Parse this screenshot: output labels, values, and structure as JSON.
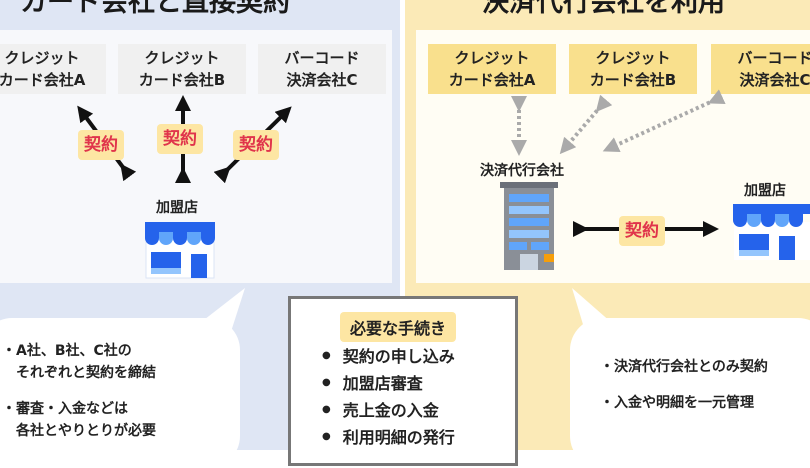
{
  "left": {
    "heading": "カード会社と直接契約",
    "companies": [
      "クレジット\nカード会社A",
      "クレジット\nカード会社B",
      "バーコード\n決済会社C"
    ],
    "contract_labels": [
      "契約",
      "契約",
      "契約"
    ],
    "merchant_label": "加盟店",
    "bubble": {
      "lines": [
        "・A社、B社、C社の\n　それぞれと契約を締結",
        "・審査・入金などは\n　各社とやりとりが必要"
      ]
    }
  },
  "right": {
    "heading": "決済代行会社を利用",
    "companies": [
      "クレジット\nカード会社A",
      "クレジット\nカード会社B",
      "バーコード\n決済会社C"
    ],
    "agency_label": "決済代行会社",
    "merchant_label": "加盟店",
    "contract_label": "契約",
    "bubble": {
      "lines": [
        "・決済代行会社とのみ契約",
        "・入金や明細を一元管理"
      ]
    }
  },
  "procedures": {
    "title": "必要な手続き",
    "items": [
      "契約の申し込み",
      "加盟店審査",
      "売上金の入金",
      "利用明細の発行"
    ]
  },
  "colors": {
    "left_panel": "#dfe6f4",
    "right_panel": "#fbeab7",
    "keiyaku_text": "#e0344b",
    "shop_blue": "#2563eb"
  },
  "icons": [
    "store-icon",
    "office-building-icon",
    "arrow-icon",
    "dotted-arrow-icon"
  ]
}
